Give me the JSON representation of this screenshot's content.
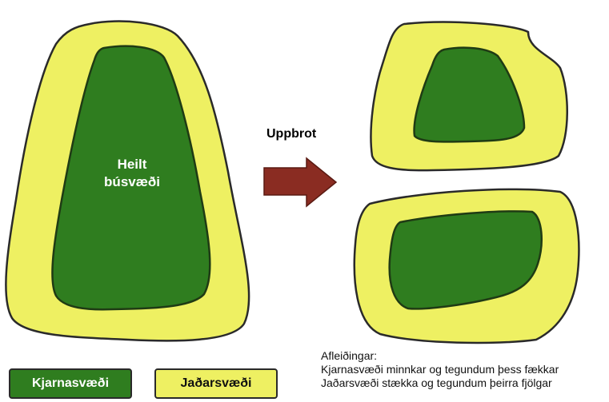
{
  "colors": {
    "core": "#2f7d1f",
    "core_dark": "#236617",
    "edge": "#eef062",
    "arrow": "#8a2c22",
    "outline": "#2a2a2a"
  },
  "habitat_label": [
    "Heilt",
    "búsvæði"
  ],
  "arrow_label": "Uppbrot",
  "legend": {
    "core": "Kjarnasvæði",
    "edge": "Jaðarsvæði"
  },
  "consequences": {
    "title": "Afleiðingar:",
    "line1": "Kjarnasvæði minnkar og tegundum þess fækkar",
    "line2": "Jaðarsvæði stækka og tegundum þeirra fjölgar"
  }
}
